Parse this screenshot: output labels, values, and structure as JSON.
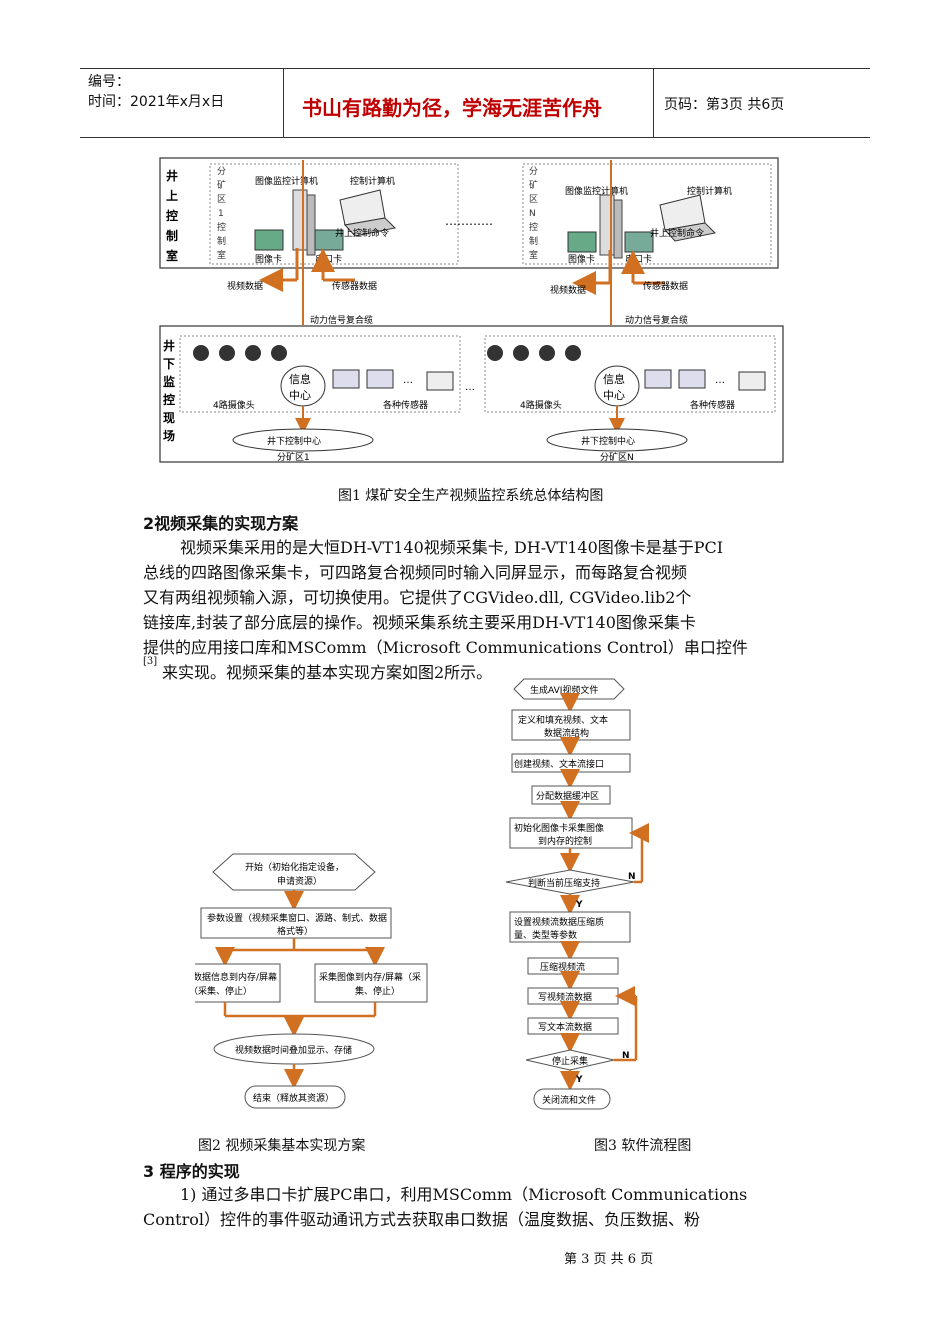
{
  "header": {
    "number_label": "编号：",
    "time_label": "时间：2021年x月x日",
    "motto": "书山有路勤为径，学海无涯苦作舟",
    "page_label": "页码：第3页  共6页"
  },
  "figure1": {
    "caption": "图1  煤矿安全生产视频监控系统总体结构图",
    "top_room": [
      "井",
      "上",
      "控",
      "制",
      "室"
    ],
    "sub_room_1": [
      "分",
      "矿",
      "区",
      "1",
      "控",
      "制",
      "室"
    ],
    "sub_room_n": [
      "分",
      "矿",
      "区",
      "N",
      "控",
      "制",
      "室"
    ],
    "image_computer": "图像监控计算机",
    "control_computer": "控制计算机",
    "uphole_command": "井上控制命令",
    "image_card": "图像卡",
    "serial_card": "串口卡",
    "video_data": "视频数据",
    "sensor_data": "传感器数据",
    "ellipsis": "…………",
    "cable": "动力信号复合缆",
    "site": [
      "井",
      "下",
      "监",
      "控",
      "现",
      "场"
    ],
    "info_center": [
      "信息",
      "中心"
    ],
    "cameras_4": "4路摄像头",
    "sensors": "各种传感器",
    "downhole_center": "井下控制中心",
    "area_1": "分矿区1",
    "area_n": "分矿区N",
    "dots": "…"
  },
  "section2": {
    "heading": "2视频采集的实现方案",
    "para_lines": [
      "视频采集采用的是大恒DH-VT140视频采集卡, DH-VT140图像卡是基于PCI",
      "总线的四路图像采集卡，可四路复合视频同时输入同屏显示，而每路复合视频",
      "又有两组视频输入源，可切换使用。它提供了CGVideo.dll, CGVideo.lib2个",
      "链接库,封装了部分底层的操作。视频采集系统主要采用DH-VT140图像采集卡",
      "提供的应用接口库和MSComm（Microsoft Communications Control）串口控件",
      "来实现。视频采集的基本实现方案如图2所示。"
    ],
    "citation": "[3]"
  },
  "figure2": {
    "caption": "图2  视频采集基本实现方案",
    "start": [
      "开始（初始化指定设备，",
      "申请资源）"
    ],
    "params": [
      "参数设置（视频采集窗口、源路、制式、数据",
      "格式等）"
    ],
    "left_box": [
      "采集数据信息到内存/屏幕",
      "（采集、停止）"
    ],
    "right_box": [
      "采集图像到内存/屏幕（采",
      "集、停止）"
    ],
    "overlay": "视频数据时间叠加显示、存储",
    "end": "结束（释放其资源）"
  },
  "figure3": {
    "caption": "图3  软件流程图",
    "steps": [
      "生成AVI视频文件",
      "定义和填充视频、文本",
      "数据流结构",
      "创建视频、文本流接口",
      "分配数据缓冲区",
      "初始化图像卡采集图像",
      "到内存的控制",
      "判断当前压缩支持",
      "设置视频流数据压缩质",
      "量、类型等参数",
      "压缩视频流",
      "写视频流数据",
      "写文本流数据",
      "停止采集",
      "关闭流和文件"
    ],
    "yes": "Y",
    "no": "N"
  },
  "section3": {
    "heading": "3  程序的实现",
    "para_lines": [
      "1) 通过多串口卡扩展PC串口，利用MSComm（Microsoft Communications",
      "Control）控件的事件驱动通讯方式去获取串口数据（温度数据、负压数据、粉"
    ]
  },
  "footer": {
    "page_text": "第 3 页 共 6 页"
  },
  "colors": {
    "accent": "#c00000",
    "arrow": "#d07020"
  }
}
